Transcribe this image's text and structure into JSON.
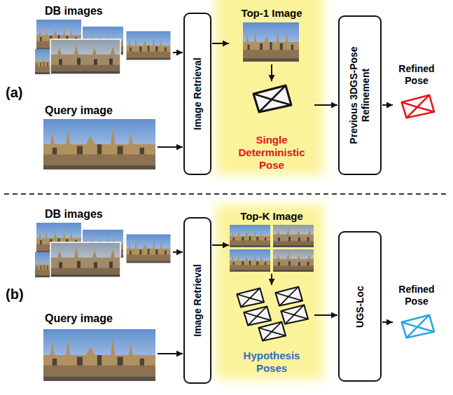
{
  "diagram": {
    "nodes": [
      {
        "text": [
          "DB images"
        ]
      },
      {
        "text": [
          "Query image"
        ]
      },
      {
        "text": [
          "Image Retrieval"
        ]
      },
      {
        "text": [
          "Top-1 Image",
          "Single Deterministic Pose"
        ]
      },
      {
        "text": [
          "Previous 3DGS-Pose Refinement"
        ]
      },
      {
        "text": [
          "Refined Pose"
        ]
      },
      {
        "text": [
          "DB images"
        ]
      },
      {
        "text": [
          "Query image"
        ]
      },
      {
        "text": [
          "Image Retrieval"
        ]
      },
      {
        "text": [
          "Top-K Image",
          "Hypothesis Poses"
        ]
      },
      {
        "text": [
          "UGS-Loc"
        ]
      },
      {
        "text": [
          "Refined Pose"
        ]
      }
    ],
    "edges": [
      {
        "from": 0,
        "to": 2,
        "arrow": "to"
      },
      {
        "from": 1,
        "to": 2,
        "arrow": "to"
      },
      {
        "from": 2,
        "to": 3,
        "arrow": "to"
      },
      {
        "from": 3,
        "to": 4,
        "arrow": "to"
      },
      {
        "from": 4,
        "to": 5,
        "arrow": "to"
      },
      {
        "from": 6,
        "to": 8,
        "arrow": "to"
      },
      {
        "from": 7,
        "to": 8,
        "arrow": "to"
      },
      {
        "from": 8,
        "to": 9,
        "arrow": "to"
      },
      {
        "from": 9,
        "to": 10,
        "arrow": "to"
      },
      {
        "from": 10,
        "to": 11,
        "arrow": "to"
      }
    ],
    "labels": [
      "(a)",
      "(b)"
    ]
  }
}
